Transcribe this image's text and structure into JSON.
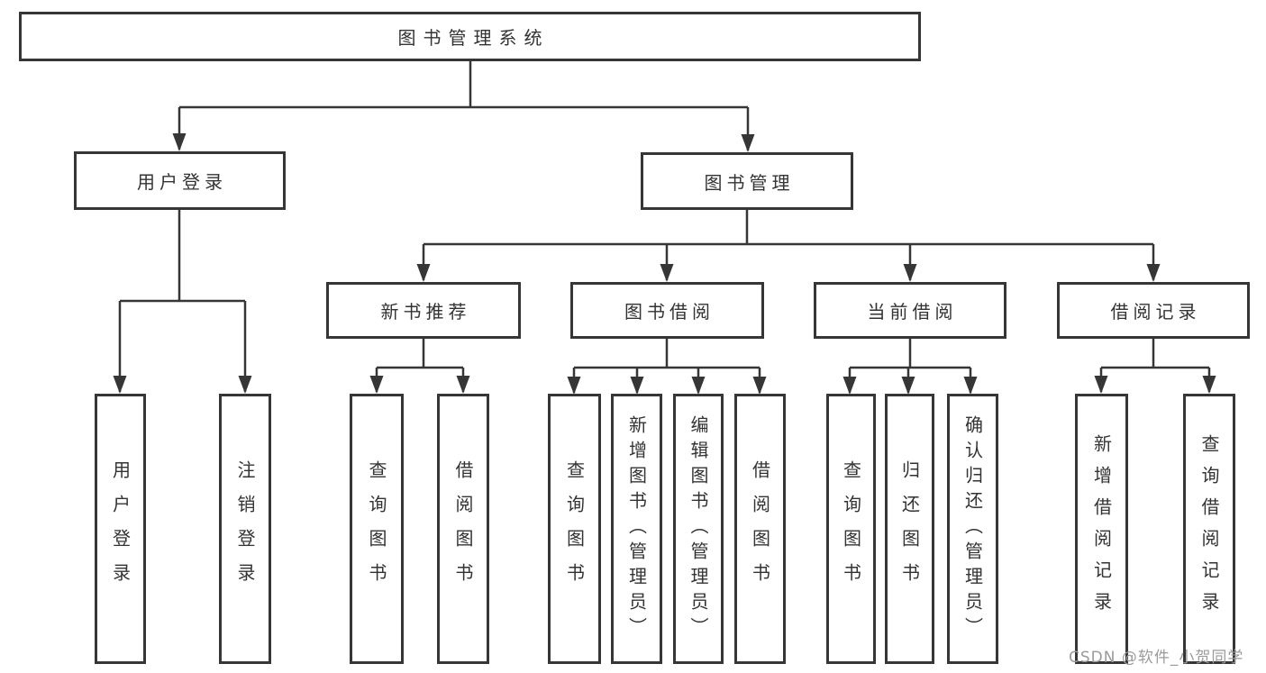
{
  "tree": {
    "root": {
      "label": "图书管理系统"
    },
    "branches": [
      {
        "label": "用户登录",
        "children": [
          {
            "label": "用户登录"
          },
          {
            "label": "注销登录"
          }
        ]
      },
      {
        "label": "图书管理",
        "groups": [
          {
            "label": "新书推荐",
            "children": [
              {
                "label": "查询图书"
              },
              {
                "label": "借阅图书"
              }
            ]
          },
          {
            "label": "图书借阅",
            "children": [
              {
                "label": "查询图书"
              },
              {
                "label": "新增图书（管理员）"
              },
              {
                "label": "编辑图书（管理员）"
              },
              {
                "label": "借阅图书"
              }
            ]
          },
          {
            "label": "当前借阅",
            "children": [
              {
                "label": "查询图书"
              },
              {
                "label": "归还图书"
              },
              {
                "label": "确认归还（管理员）"
              }
            ]
          },
          {
            "label": "借阅记录",
            "children": [
              {
                "label": "新增借阅记录"
              },
              {
                "label": "查询借阅记录"
              }
            ]
          }
        ]
      }
    ]
  },
  "watermark": {
    "text": "CSDN @软件_小贺同学",
    "color": "#9b9b9b"
  },
  "colors": {
    "line": "#333333",
    "box_border": "#363636",
    "text": "#333333",
    "background": "#ffffff"
  }
}
